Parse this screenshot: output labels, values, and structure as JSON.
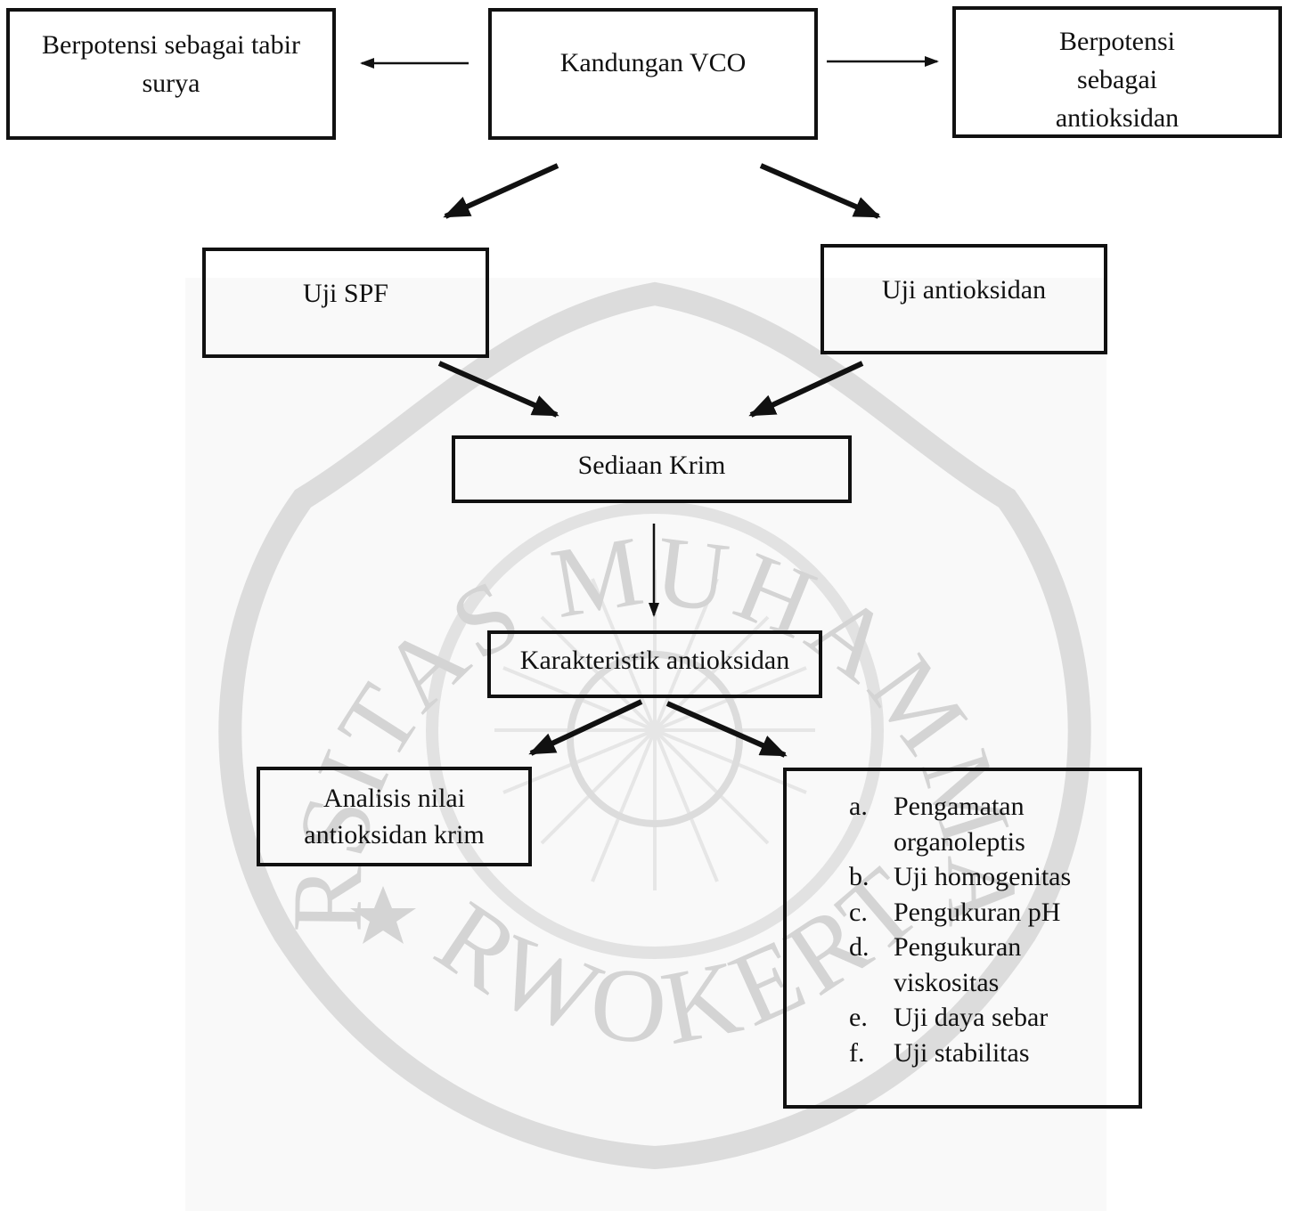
{
  "diagram": {
    "nodes": {
      "kandungan": "Kandungan VCO",
      "tabir_surya": "Berpotensi sebagai tabir surya",
      "antioksidan_potensi": "Berpotensi sebagai antioksidan",
      "uji_spf": "Uji SPF",
      "uji_antioksidan": "Uji antioksidan",
      "sediaan_krim": "Sediaan Krim",
      "karakteristik": "Karakteristik antioksidan",
      "analisis": "Analisis nilai antioksidan krim"
    },
    "evaluation_list": [
      {
        "marker": "a.",
        "text": "Pengamatan organoleptis"
      },
      {
        "marker": "b.",
        "text": "Uji homogenitas"
      },
      {
        "marker": "c.",
        "text": "Pengukuran pH"
      },
      {
        "marker": "d.",
        "text": "Pengukuran viskositas"
      },
      {
        "marker": "e.",
        "text": "Uji daya sebar"
      },
      {
        "marker": "f.",
        "text": "Uji stabilitas"
      }
    ],
    "watermark": {
      "text_top": "UNIVERSITAS MUHAMMADIYAH",
      "text_bottom": "PURWOKERTO",
      "color": "#c9c9c9"
    }
  }
}
